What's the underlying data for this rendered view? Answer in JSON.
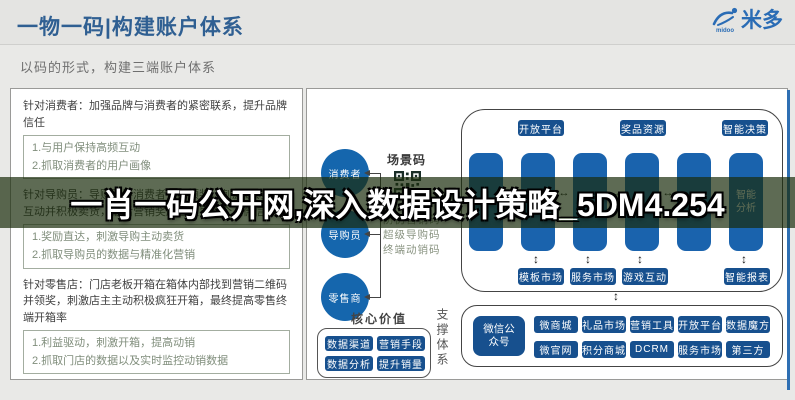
{
  "colors": {
    "title_blue": "#2f5f92",
    "logo_blue": "#2a6cb5",
    "chip_navy": "#17508e",
    "pillar_blue": "#1a63ad",
    "circle_blue": "#1566ad",
    "overlay_band": "rgba(26,44,12,0.7)",
    "edge_blue": "#2e6fb3"
  },
  "header": {
    "title": "一物一码|构建账户体系",
    "subtitle": "以码的形式，构建三端账户体系",
    "logo_text": "米多",
    "logo_sub": "midoo"
  },
  "watermark": {
    "text": "一肖一码公开网,深入数据设计策略_5DM4.254"
  },
  "left_panel": {
    "sections": [
      {
        "heading": "针对消费者：加强品牌与消费者的紧密联系，提升品牌信任",
        "items": [
          "1.与用户保持高频互动",
          "2.抓取消费者的用户画像"
        ]
      },
      {
        "heading": "针对导购员：导购引导消费者扫码领奖，刺激导购高频互动并积极卖货，最后营销奖励直达导购个人微信",
        "items": [
          "1.奖励直达，刺激导购主动卖货",
          "2.抓取导购员的数据与精准化营销"
        ]
      },
      {
        "heading": "针对零售店：门店老板开箱在箱体内部找到营销二维码并领奖，刺激店主主动积极疯狂开箱，最终提高零售终端开箱率",
        "items": [
          "1.利益驱动，刺激开箱，提高动销",
          "2.抓取门店的数据以及实时监控动销数据"
        ]
      }
    ]
  },
  "middle": {
    "roles": [
      "消费者",
      "导购员",
      "零售商"
    ],
    "scene_code_label": "场景码",
    "code_types": [
      "防伪营销码",
      "超级导购码",
      "终端动销码"
    ],
    "core_value": {
      "title": "核心价值",
      "chips": [
        "数据渠道",
        "营销手段",
        "数据分析",
        "提升销量"
      ]
    },
    "support_label": "支撑体系"
  },
  "platform": {
    "top_chips": [
      "开放平台",
      "奖品资源",
      "智能决策"
    ],
    "pillar_labels": [
      "",
      "",
      "",
      "",
      "",
      "智能分析"
    ],
    "module_chips": [
      "模板市场",
      "服务市场",
      "游戏互动",
      "智能报表"
    ],
    "bottom": {
      "wechat": "微信公众号",
      "row1": [
        "微商城",
        "礼品市场",
        "营销工具",
        "开放平台",
        "数据魔方"
      ],
      "row2": [
        "微官网",
        "积分商城",
        "DCRM",
        "服务市场",
        "第三方"
      ]
    }
  }
}
